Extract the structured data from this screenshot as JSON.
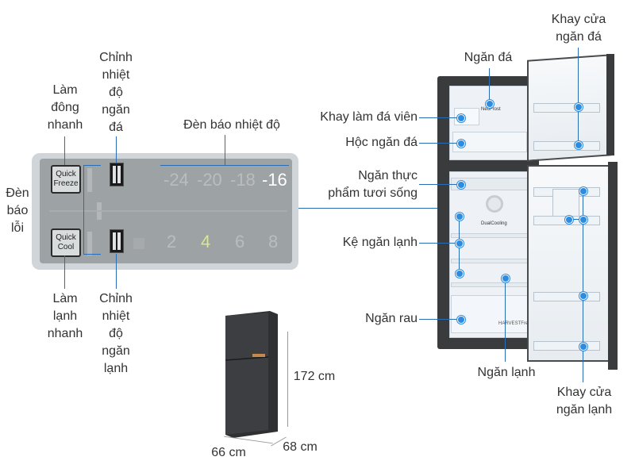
{
  "labels": {
    "lam_dong_nhanh": "Làm\nđông\nnhanh",
    "chinh_nd_ngan_da": "Chỉnh\nnhiệt\nđộ\nngăn\nđá",
    "den_bao_nhiet_do": "Đèn báo nhiệt độ",
    "den_bao_loi": "Đèn\nbáo\nlỗi",
    "lam_lanh_nhanh": "Làm\nlạnh\nnhanh",
    "chinh_nd_ngan_lanh": "Chỉnh\nnhiệt\nđộ\nngăn\nlạnh",
    "ngan_da": "Ngăn đá",
    "khay_cua_ngan_da": "Khay cửa\nngăn đá",
    "khay_lam_da_vien": "Khay làm đá viên",
    "hoc_ngan_da": "Hộc ngăn đá",
    "ngan_thuc_pham": "Ngăn thực\nphẩm tươi sống",
    "ke_ngan_lanh": "Kệ ngăn lạnh",
    "ngan_rau": "Ngăn rau",
    "ngan_lanh": "Ngăn lạnh",
    "khay_cua_ngan_lanh": "Khay cửa\nngăn lạnh"
  },
  "panel": {
    "quick_freeze": "Quick\nFreeze",
    "quick_cool": "Quick\nCool",
    "freezer_temps": [
      "-24",
      "-20",
      "-18",
      "-16"
    ],
    "freezer_active_index": 3,
    "fridge_temps": [
      "2",
      "4",
      "6",
      "8"
    ],
    "fridge_active_index": 1
  },
  "dimensions": {
    "height": "172 cm",
    "width": "66 cm",
    "depth": "68 cm"
  },
  "photo_text": {
    "neofrost": "NeoFrost",
    "dualcooling": "DualCooling",
    "harvestfresh": "HARVESTFresh"
  },
  "colors": {
    "leader_line": "#2a6db5",
    "dot": "#2d8be0",
    "cabinet": "#3a3b3d",
    "panel_bg": "#9da2a4"
  }
}
